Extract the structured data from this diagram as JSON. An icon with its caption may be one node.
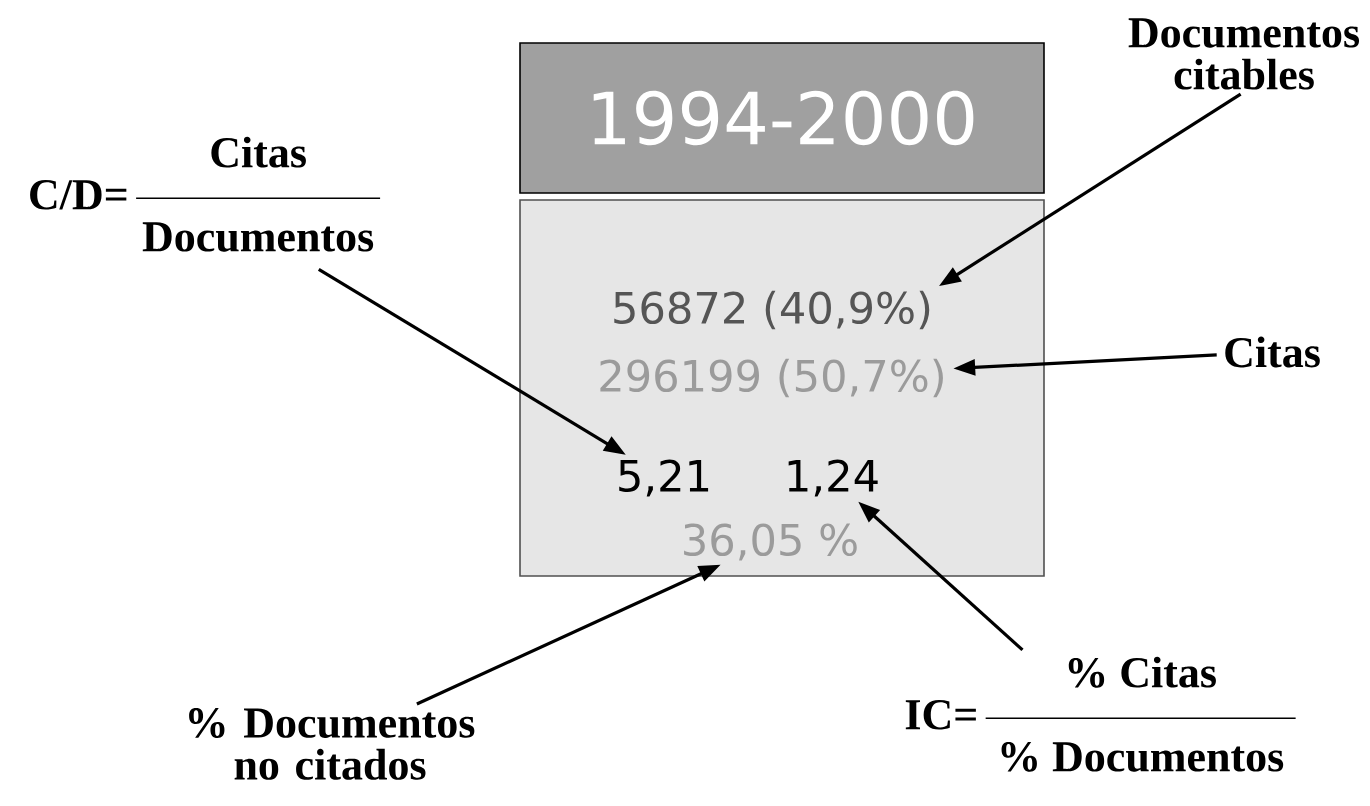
{
  "diagram": {
    "nodes": [
      {
        "text": [
          "1994-2000"
        ]
      },
      {
        "text": [],
        "shape": "box"
      },
      {
        "text": [
          "56872 (40,9%)"
        ],
        "in": 1
      },
      {
        "text": [
          "296199 (50,7%)"
        ],
        "in": 1
      },
      {
        "text": [
          "5,21"
        ],
        "in": 1
      },
      {
        "text": [
          "1,24"
        ],
        "in": 1
      },
      {
        "text": [
          "36,05 %"
        ],
        "in": 1
      },
      {
        "text": [
          "Documentos citables"
        ]
      },
      {
        "text": [
          "Citas"
        ]
      },
      {
        "text": [
          "C/D=",
          "Citas",
          "Documentos"
        ]
      },
      {
        "text": [
          "IC=",
          "% Citas",
          "% Documentos"
        ]
      },
      {
        "text": [
          "% Documentos no citados"
        ]
      }
    ],
    "edges": [
      {
        "from": 7,
        "to": 2,
        "arrow": "to"
      },
      {
        "from": 8,
        "to": 3,
        "arrow": "to"
      },
      {
        "from": 9,
        "to": 4,
        "arrow": "to"
      },
      {
        "from": 10,
        "to": 5,
        "arrow": "to"
      },
      {
        "from": 11,
        "to": 6,
        "arrow": "to"
      }
    ]
  }
}
